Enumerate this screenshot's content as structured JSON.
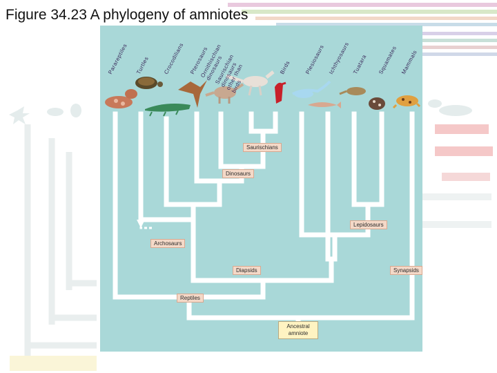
{
  "slide": {
    "title": "Figure 34.23 A phylogeny of amniotes"
  },
  "taxa": [
    {
      "id": "parareptiles",
      "label": "Parareptiles"
    },
    {
      "id": "turtles",
      "label": "Turtles"
    },
    {
      "id": "crocodilians",
      "label": "Crocodilians"
    },
    {
      "id": "pterosaurs",
      "label": "Pterosaurs"
    },
    {
      "id": "ornithischian",
      "label": "Ornithischian dinosaurs"
    },
    {
      "id": "saurischian",
      "label": "Saurischian dinosaurs other than birds"
    },
    {
      "id": "birds",
      "label": "Birds"
    },
    {
      "id": "plesiosaurs",
      "label": "Plesiosaurs"
    },
    {
      "id": "ichthyosaurs",
      "label": "Ichthyosaurs"
    },
    {
      "id": "tuatara",
      "label": "Tuatara"
    },
    {
      "id": "squamates",
      "label": "Squamates"
    },
    {
      "id": "mammals",
      "label": "Mammals"
    }
  ],
  "clades": {
    "saurischians": "Saurischians",
    "dinosaurs": "Dinosaurs",
    "lepidosaurs": "Lepidosaurs",
    "archosaurs": "Archosaurs",
    "diapsids": "Diapsids",
    "synapsids": "Synapsids",
    "reptiles": "Reptiles",
    "ancestral": "Ancestral amniote"
  },
  "colors": {
    "panel": "#a9d8d8",
    "branch": "#ffffff",
    "clade_box": "#f4d9c8",
    "root_box": "#fff3c2"
  },
  "icons": [
    "turtle-icon",
    "crocodile-icon",
    "pterosaur-icon",
    "dinosaur-icon",
    "bird-icon",
    "plesiosaur-icon",
    "ichthyosaur-icon",
    "lizard-icon",
    "snake-icon",
    "mammal-icon"
  ]
}
